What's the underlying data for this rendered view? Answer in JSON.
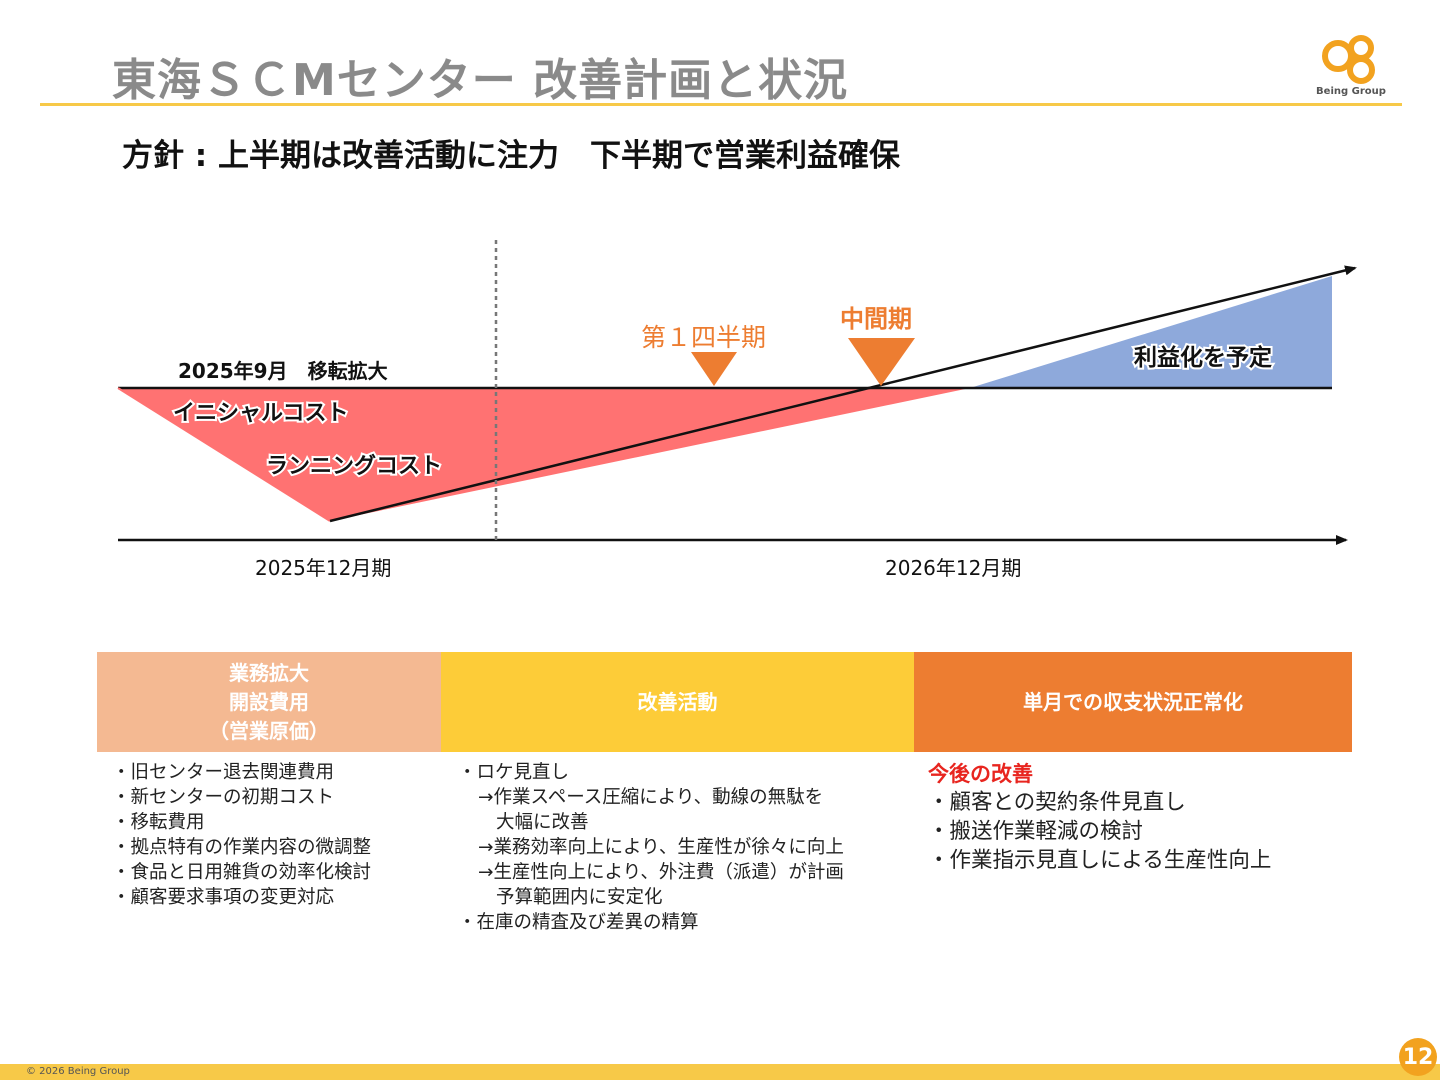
{
  "header": {
    "title": "東海ＳＣMセンター 改善計画と状況",
    "logo_text": "Being Group"
  },
  "policy": "方針 : 上半期は改善活動に注力　下半期で営業利益確保",
  "timeline": {
    "event_label": "2025年9月　移転拡大",
    "initial_cost_label": "イニシャルコスト",
    "running_cost_label": "ランニングコスト",
    "q1_label": "第１四半期",
    "midterm_label": "中間期",
    "profit_label": "利益化を予定",
    "period_left": "2025年12月期",
    "period_right": "2026年12月期",
    "colors": {
      "loss": "#ff7272",
      "profit": "#8ea9db",
      "marker": "#ed7d31",
      "q1_text": "#ed7d31",
      "midterm_text": "#ed7d31"
    }
  },
  "table": {
    "columns": [
      {
        "header_lines": [
          "業務拡大",
          "開設費用",
          "（営業原価）"
        ],
        "color": "#f4b992",
        "items": [
          "・旧センター退去関連費用",
          "・新センターの初期コスト",
          "・移転費用",
          "・拠点特有の作業内容の微調整",
          "・食品と日用雑貨の効率化検討",
          "・顧客要求事項の変更対応"
        ]
      },
      {
        "header_lines": [
          "改善活動"
        ],
        "color": "#fdcc38",
        "lines": [
          {
            "text": "・ロケ見直し",
            "indent": 0
          },
          {
            "text": "→作業スペース圧縮により、動線の無駄を",
            "indent": 1
          },
          {
            "text": "大幅に改善",
            "indent": 2
          },
          {
            "text": "→業務効率向上により、生産性が徐々に向上",
            "indent": 1
          },
          {
            "text": "→生産性向上により、外注費（派遣）が計画",
            "indent": 1
          },
          {
            "text": "予算範囲内に安定化",
            "indent": 2
          },
          {
            "text": "・在庫の精査及び差異の精算",
            "indent": 0
          }
        ]
      },
      {
        "header_lines": [
          "単月での収支状況正常化"
        ],
        "color": "#ed7d31",
        "improve_title": "今後の改善",
        "items": [
          "・顧客との契約条件見直し",
          "・搬送作業軽減の検討",
          "・作業指示見直しによる生産性向上"
        ]
      }
    ]
  },
  "footer": {
    "copyright": "© 2026 Being Group",
    "page_number": "12"
  }
}
